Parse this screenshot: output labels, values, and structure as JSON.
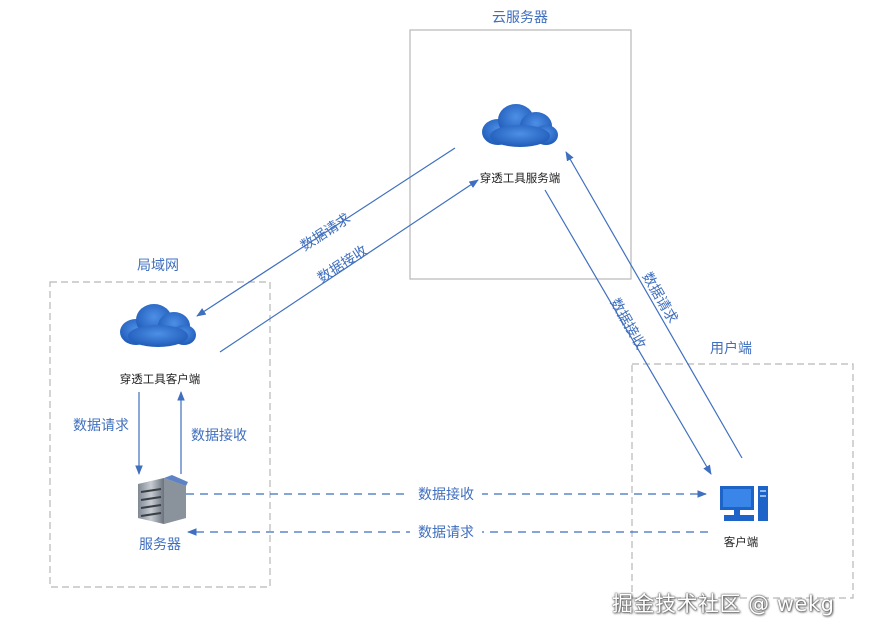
{
  "zones": {
    "cloud_server": "云服务器",
    "lan": "局域网",
    "user_side": "用户端"
  },
  "nodes": {
    "tunnel_server": "穿透工具服务端",
    "tunnel_client": "穿透工具客户端",
    "server": "服务器",
    "client": "客户端"
  },
  "edges": {
    "cloud_to_lan_request": "数据请求",
    "lan_to_cloud_receive": "数据接收",
    "user_to_cloud_request": "数据请求",
    "cloud_to_user_receive": "数据接收",
    "client_to_server_request": "数据请求",
    "server_to_client_receive": "数据接收",
    "server_to_user_receive": "数据接收",
    "user_to_server_request": "数据请求"
  },
  "watermark": "掘金技术社区 @ wekg",
  "colors": {
    "accent": "#3f6fbf",
    "cloud": "#2f6fcf",
    "zone_border": "#b8b8b8"
  }
}
